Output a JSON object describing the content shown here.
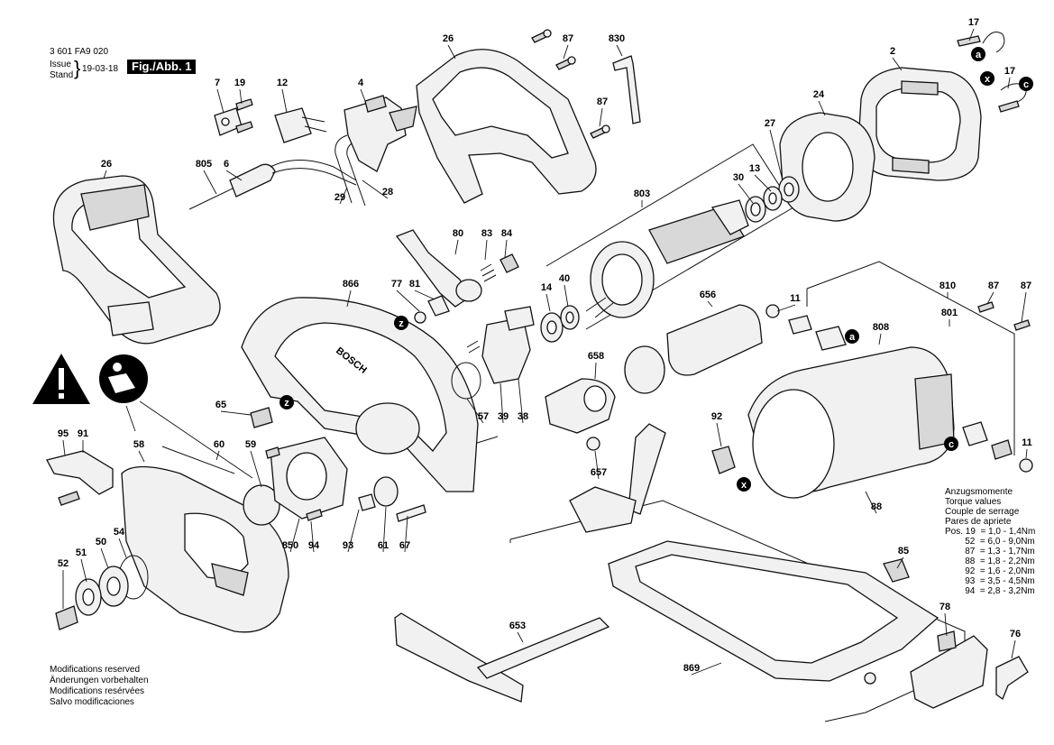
{
  "header": {
    "doc_number": "3 601 FA9 020",
    "issue_label": "Issue Stand",
    "date": "19-03-18",
    "figure_label": "Fig./Abb. 1"
  },
  "footer": {
    "lines": [
      "Modifications reserved",
      "Änderungen vorbehalten",
      "Modifications resérvées",
      "Salvo modificaciones"
    ]
  },
  "torque": {
    "title_lines": [
      "Anzugsmomente",
      "Torque values",
      "Couple de serrage",
      "Pares de apriete"
    ],
    "rows": [
      "Pos. 19  = 1,0 - 1,4Nm",
      "        52  = 6,0 - 9,0Nm",
      "        87  = 1,3 - 1,7Nm",
      "        88  = 1,8 - 2,2Nm",
      "        92  = 1,6 - 2,0Nm",
      "        93  = 3,5 - 4,5Nm",
      "        94  = 2,8 - 3,2Nm"
    ]
  },
  "housing_text": "BOSCH",
  "markers": [
    "a",
    "x",
    "c",
    "z",
    "a",
    "c",
    "x",
    "z"
  ],
  "part_labels": [
    "7",
    "19",
    "12",
    "4",
    "26",
    "87",
    "830",
    "87",
    "17",
    "2",
    "17",
    "24",
    "26",
    "805",
    "6",
    "29",
    "28",
    "27",
    "13",
    "30",
    "803",
    "80",
    "83",
    "84",
    "866",
    "77",
    "81",
    "14",
    "40",
    "656",
    "11",
    "810",
    "87",
    "87",
    "801",
    "808",
    "658",
    "65",
    "57",
    "39",
    "38",
    "92",
    "95",
    "91",
    "58",
    "60",
    "59",
    "11",
    "88",
    "657",
    "850",
    "94",
    "93",
    "61",
    "67",
    "54",
    "50",
    "51",
    "52",
    "85",
    "653",
    "869",
    "78",
    "76"
  ]
}
